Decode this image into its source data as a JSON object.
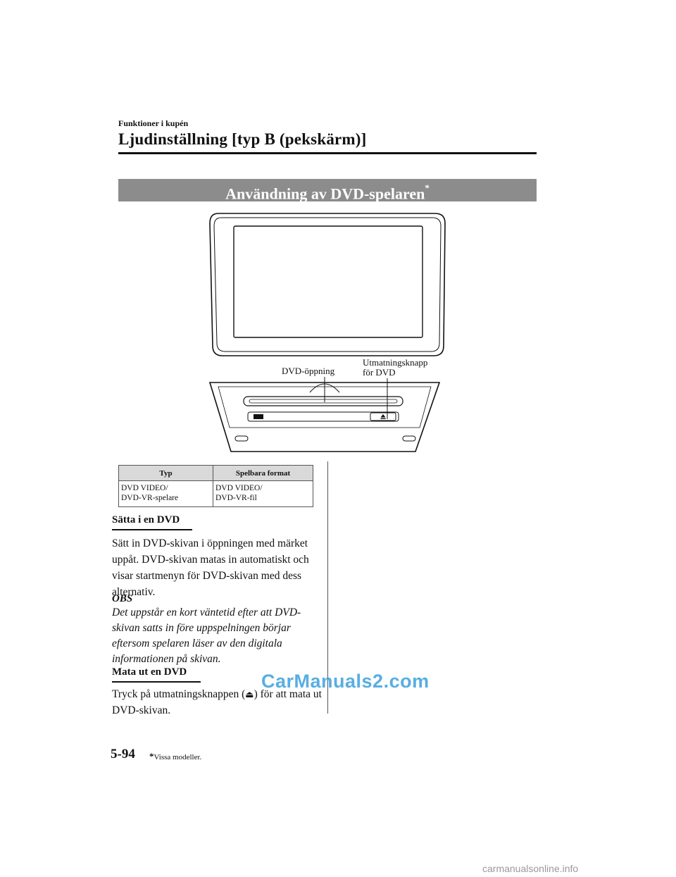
{
  "header": {
    "section_label": "Funktioner i kupén",
    "page_title": "Ljudinställning [typ B (pekskärm)]"
  },
  "banner": {
    "title": "Användning av DVD-spelaren",
    "marker": "*"
  },
  "figure": {
    "label_slot": "DVD-öppning",
    "label_eject_line1": "Utmatningsknapp",
    "label_eject_line2": "för DVD",
    "icons": [
      "display-screen",
      "dvd-slot",
      "eject-button",
      "dvd-logo"
    ]
  },
  "format_table": {
    "headers": [
      "Typ",
      "Spelbara format"
    ],
    "rows": [
      {
        "type": [
          "DVD VIDEO/",
          "DVD-VR-spelare"
        ],
        "formats": [
          "DVD VIDEO/",
          "DVD-VR-fil"
        ]
      }
    ]
  },
  "insert": {
    "heading": "Sätta i en DVD",
    "body": "Sätt in DVD-skivan i öppningen med märket uppåt. DVD-skivan matas in automatiskt och visar startmenyn för DVD-skivan med dess alternativ."
  },
  "note": {
    "heading": "OBS",
    "body": "Det uppstår en kort väntetid efter att DVD-skivan satts in före uppspelningen börjar eftersom spelaren läser av den digitala informationen på skivan."
  },
  "eject": {
    "heading": "Mata ut en DVD",
    "body_before": "Tryck på utmatningsknappen (",
    "symbol": "⏏",
    "body_after": ") för att mata ut DVD-skivan."
  },
  "footer": {
    "page_number": "5-94",
    "footnote_star": "*",
    "footnote_text": "Vissa modeller.",
    "watermark": "CarManuals2.com",
    "site": "carmanualsonline.info"
  }
}
